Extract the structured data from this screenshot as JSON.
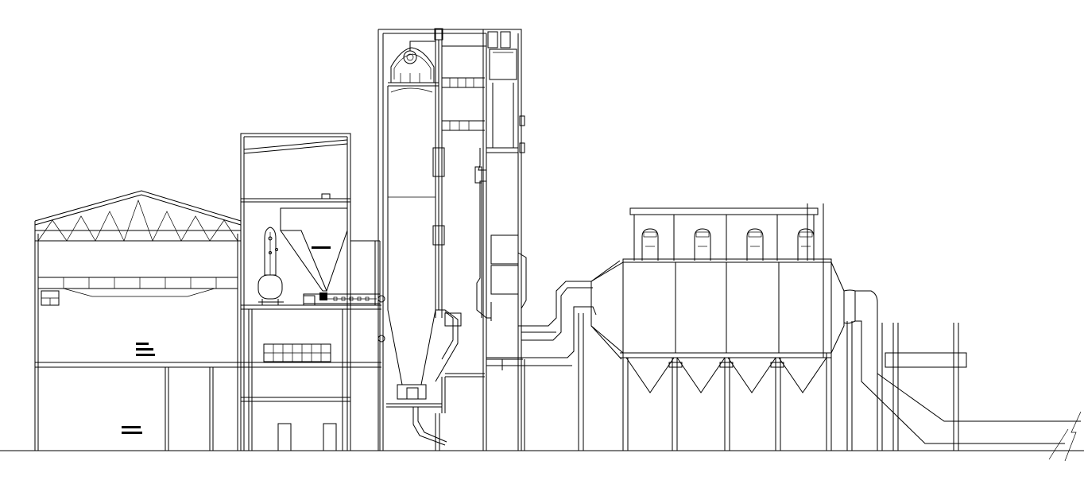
{
  "drawing": {
    "kind": "plant elevation line drawing",
    "line_color": "#000000",
    "background": "#ffffff",
    "text_labels": []
  },
  "components": [
    {
      "name": "warehouse-building"
    },
    {
      "name": "roof-truss"
    },
    {
      "name": "fuel-preparation-building"
    },
    {
      "name": "fuel-hopper"
    },
    {
      "name": "pressure-vessel"
    },
    {
      "name": "screw-conveyor"
    },
    {
      "name": "boiler-furnace"
    },
    {
      "name": "convection-pass"
    },
    {
      "name": "flue-duct"
    },
    {
      "name": "baghouse-filter"
    },
    {
      "name": "filter-hoppers"
    },
    {
      "name": "exhaust-duct"
    },
    {
      "name": "duct-support-frame"
    },
    {
      "name": "ground-line"
    }
  ]
}
